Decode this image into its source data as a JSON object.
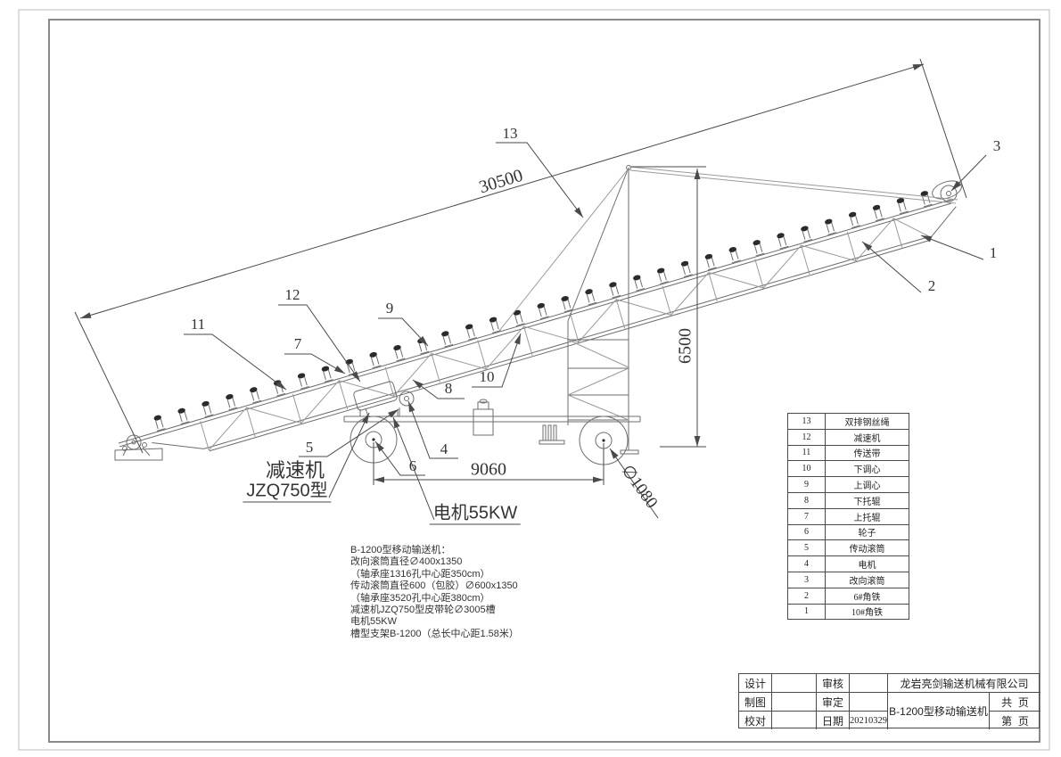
{
  "dims": {
    "total_length": "30500",
    "mast_height": "6500",
    "wheelbase": "9060",
    "wheel_diameter": "∅1080"
  },
  "callouts": {
    "c1": "1",
    "c2": "2",
    "c3": "3",
    "c4": "4",
    "c5": "5",
    "c6": "6",
    "c7": "7",
    "c8": "8",
    "c9": "9",
    "c10": "10",
    "c11": "11",
    "c12": "12",
    "c13": "13"
  },
  "labels": {
    "reducer_name": "减速机",
    "reducer_model": "JZQ750型",
    "motor": "电机55KW"
  },
  "notes": [
    "B-1200型移动输送机：",
    "改向滚筒直径∅400x1350",
    "（轴承座1316孔中心距350cm）",
    "传动滚筒直径600（包胶）∅600x1350",
    "（轴承座3520孔中心距380cm）",
    "减速机JZQ750型皮带轮∅3005槽",
    "电机55KW",
    "槽型支架B-1200（总长中心距1.58米）"
  ],
  "parts_table": {
    "rows": [
      {
        "no": "13",
        "name": "双排钢丝绳"
      },
      {
        "no": "12",
        "name": "减速机"
      },
      {
        "no": "11",
        "name": "传送带"
      },
      {
        "no": "10",
        "name": "下调心"
      },
      {
        "no": "9",
        "name": "上调心"
      },
      {
        "no": "8",
        "name": "下托辊"
      },
      {
        "no": "7",
        "name": "上托辊"
      },
      {
        "no": "6",
        "name": "轮子"
      },
      {
        "no": "5",
        "name": "传动滚筒"
      },
      {
        "no": "4",
        "name": "电机"
      },
      {
        "no": "3",
        "name": "改向滚筒"
      },
      {
        "no": "2",
        "name": "6#角铁"
      },
      {
        "no": "1",
        "name": "10#角铁"
      }
    ]
  },
  "title_block": {
    "design_label": "设计",
    "draft_label": "制图",
    "proof_label": "校对",
    "review_label": "审核",
    "approve_label": "审定",
    "date_label": "日期",
    "date_value": "20210329",
    "company": "龙岩亮剑输送机械有限公司",
    "product": "B-1200型移动输送机",
    "total_pages_label": "共  页",
    "page_label": "第  页"
  }
}
